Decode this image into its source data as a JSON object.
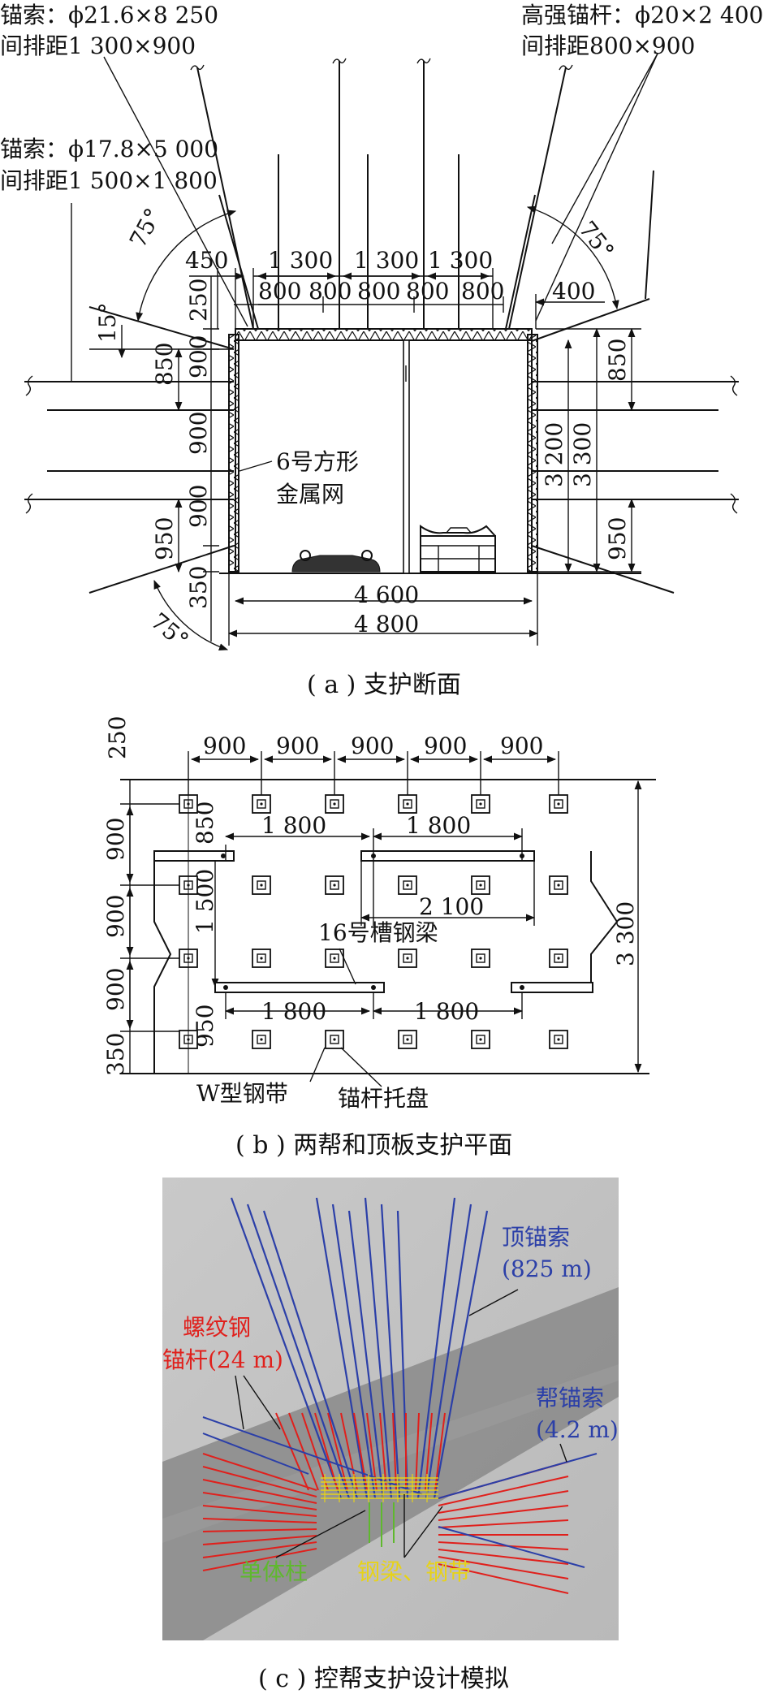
{
  "panel_a": {
    "caption": "( a ) 支护断面",
    "labels": {
      "cable_top_l1": "锚索：ϕ21.6×8 250",
      "cable_top_l2": "间排距1 300×900",
      "bolt_top_l1": "高强锚杆：ϕ20×2 400",
      "bolt_top_l2": "间排距800×900",
      "cable_side_l1": "锚索：ϕ17.8×5 000",
      "cable_side_l2": "间排距1 500×1 800",
      "mesh_l1": "6号方形",
      "mesh_l2": "金属网"
    },
    "angles": {
      "a1": "75°",
      "a2": "75°",
      "a3": "75°",
      "a4": "15°"
    },
    "dims_top": [
      "1 300",
      "1 300",
      "1 300"
    ],
    "dims_top2": [
      "800",
      "800",
      "800",
      "800",
      "800"
    ],
    "dim_450": "450",
    "dim_400": "400",
    "dims_left": [
      "250",
      "850",
      "900",
      "900",
      "900",
      "950",
      "350"
    ],
    "dims_right": [
      "850",
      "950",
      "3 200",
      "3 300"
    ],
    "dims_bottom": [
      "4 600",
      "4 800"
    ]
  },
  "panel_b": {
    "caption": "( b ) 两帮和顶板支护平面",
    "dims_top": [
      "900",
      "900",
      "900",
      "900",
      "900"
    ],
    "dim_250": "250",
    "dims_left": [
      "900",
      "900",
      "900",
      "350"
    ],
    "dims_inner": [
      "850",
      "1 500",
      "950"
    ],
    "dims_beam": [
      "1 800",
      "1 800",
      "2 100",
      "1 800",
      "1 800"
    ],
    "dim_3300": "3 300",
    "labels": {
      "beam": "16号槽钢梁",
      "wstrap": "W型钢带",
      "plate": "锚杆托盘"
    }
  },
  "panel_c": {
    "caption": "( c ) 控帮支护设计模拟",
    "labels": {
      "top_cable_l1": "顶锚索",
      "top_cable_l2": "(825 m)",
      "rebar_l1": "螺纹钢",
      "rebar_l2": "锚杆(24 m)",
      "side_cable_l1": "帮锚索",
      "side_cable_l2": "(4.2 m)",
      "prop": "单体柱",
      "beam_strap": "钢梁、钢带"
    },
    "colors": {
      "top_cable": "#2b3fa8",
      "rebar": "#e0201c",
      "prop": "#5fb82e",
      "beam_strap": "#e6d21a"
    }
  }
}
